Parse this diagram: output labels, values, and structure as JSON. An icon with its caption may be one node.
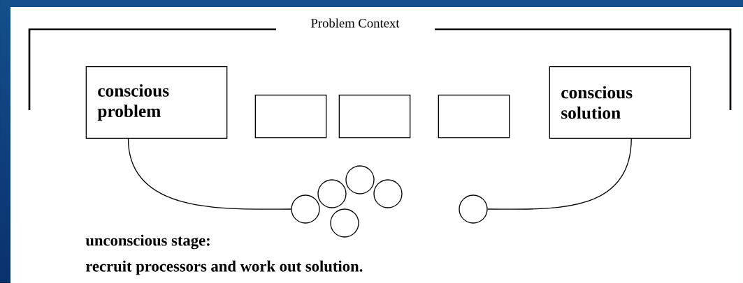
{
  "diagram": {
    "title": "Problem Context",
    "nodes": [
      {
        "text": [
          "conscious problem"
        ]
      },
      {
        "text": [],
        "shape": "box"
      },
      {
        "text": [],
        "shape": "box"
      },
      {
        "text": [],
        "shape": "box"
      },
      {
        "text": [
          "conscious solution"
        ]
      },
      {
        "text": [],
        "shape": "circle"
      },
      {
        "text": [],
        "shape": "circle"
      },
      {
        "text": [],
        "shape": "circle"
      },
      {
        "text": [],
        "shape": "circle"
      },
      {
        "text": [],
        "shape": "circle"
      },
      {
        "text": [],
        "shape": "circle"
      }
    ],
    "edges": [
      {
        "from": 0,
        "to": 5,
        "arrow": "none"
      },
      {
        "from": 4,
        "to": 10,
        "arrow": "none"
      }
    ],
    "labels": [
      "unconscious stage:",
      "recruit processors and work out solution."
    ]
  }
}
